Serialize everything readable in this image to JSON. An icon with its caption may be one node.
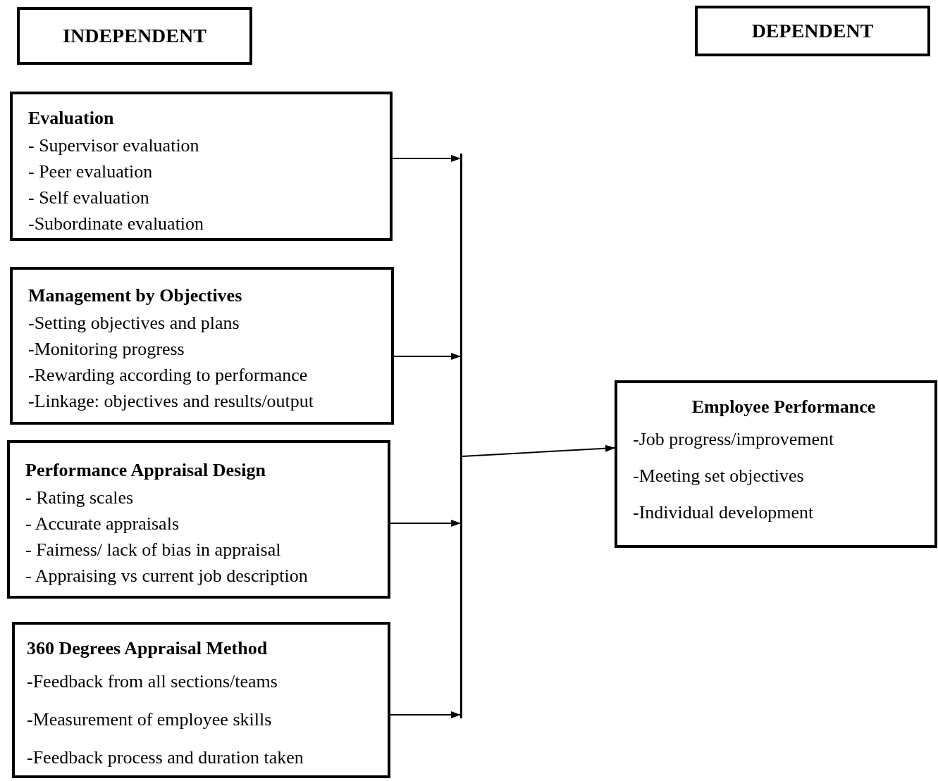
{
  "diagram": {
    "nodes": [
      {
        "text": [
          "INDEPENDENT"
        ]
      },
      {
        "text": [
          "DEPENDENT"
        ]
      },
      {
        "text": [
          "Evaluation",
          "- Supervisor evaluation",
          "- Peer evaluation",
          "- Self evaluation",
          "-Subordinate evaluation"
        ]
      },
      {
        "text": [
          "Management by Objectives",
          "-Setting objectives and plans",
          "-Monitoring progress",
          "-Rewarding according to performance",
          "-Linkage: objectives and results/output"
        ]
      },
      {
        "text": [
          "Performance Appraisal Design",
          "**-** Rating scales",
          "- Accurate appraisals",
          "- Fairness/ lack of bias in appraisal",
          "- Appraising vs current job description"
        ]
      },
      {
        "text": [
          "360 Degrees Appraisal Method",
          "-Feedback from all sections/teams",
          "-Measurement of employee skills",
          "-Feedback process and duration taken"
        ]
      },
      {
        "text": [],
        "shape": "bar"
      },
      {
        "text": [
          "Employee Performance",
          "-Job progress/improvement",
          "-Meeting set objectives",
          "-Individual development"
        ]
      }
    ],
    "edges": [
      {
        "from": 2,
        "to": 6,
        "arrow": "to"
      },
      {
        "from": 3,
        "to": 6,
        "arrow": "to"
      },
      {
        "from": 4,
        "to": 6,
        "arrow": "to"
      },
      {
        "from": 5,
        "to": 6,
        "arrow": "to"
      },
      {
        "from": 6,
        "to": 7,
        "arrow": "to"
      }
    ]
  }
}
